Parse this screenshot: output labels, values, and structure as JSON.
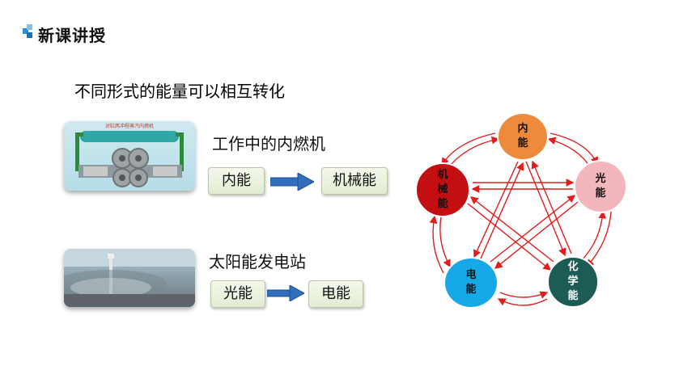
{
  "header": {
    "title": "新课讲授",
    "icon": "header-blocks-icon"
  },
  "main_heading": "不同形式的能量可以相互转化",
  "examples": [
    {
      "caption": "工作中的内燃机",
      "photo_text": "对缸两冲程蒸汽内燃机",
      "from": "内能",
      "to": "机械能"
    },
    {
      "caption": "太阳能发电站",
      "from": "光能",
      "to": "电能"
    }
  ],
  "diagram": {
    "nodes": {
      "internal": {
        "lines": [
          "内",
          "能"
        ],
        "color": "#ef8a3a"
      },
      "light": {
        "lines": [
          "光",
          "能"
        ],
        "color": "#f4b6bd"
      },
      "chemical": {
        "lines": [
          "化",
          "学",
          "能"
        ],
        "color": "#1d5b55"
      },
      "electric": {
        "lines": [
          "电",
          "能"
        ],
        "color": "#17a8e8"
      },
      "mechanical": {
        "lines": [
          "机",
          "械",
          "能"
        ],
        "color": "#c40f12"
      }
    },
    "arrow_color": "#e21b1b"
  },
  "colors": {
    "accent_blue": "#2f8fd0",
    "arrow_blue": "#2f6fbd",
    "box_border": "#b9c7a4"
  }
}
